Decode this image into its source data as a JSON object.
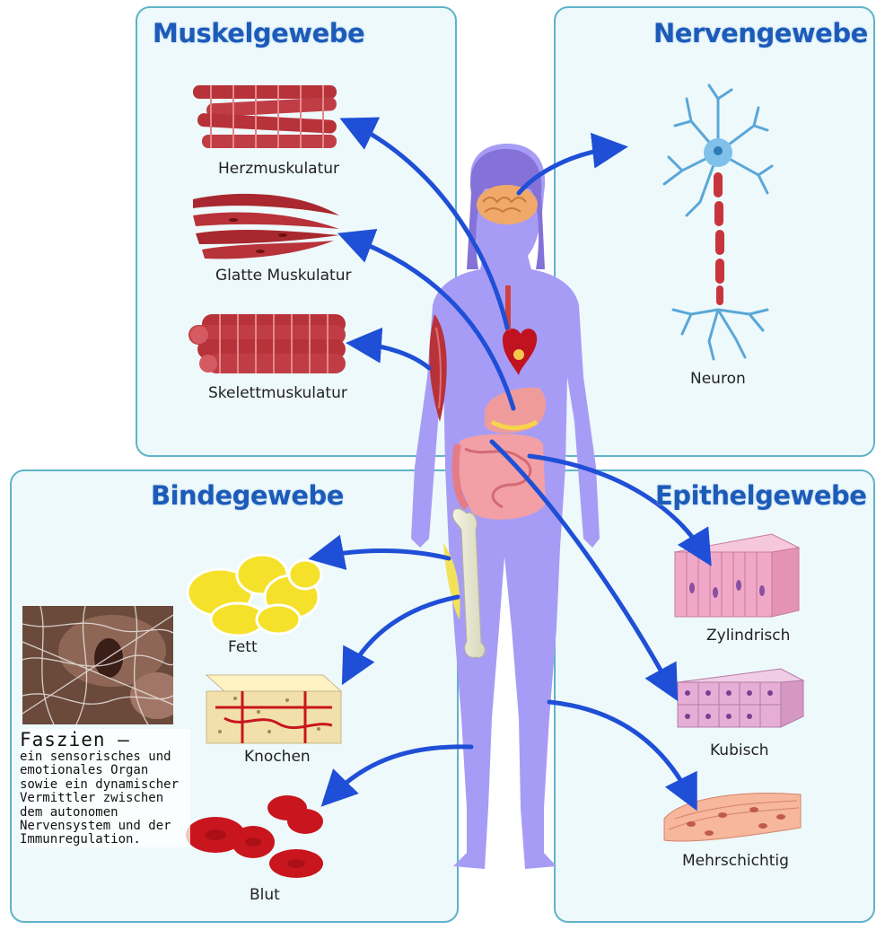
{
  "panels": {
    "muscle": {
      "title": "Muskelgewebe",
      "items": [
        "Herzmuskulatur",
        "Glatte Muskulatur",
        "Skelettmuskulatur"
      ]
    },
    "nerve": {
      "title": "Nervengewebe",
      "items": [
        "Neuron"
      ]
    },
    "connective": {
      "title": "Bindegewebe",
      "items": [
        "Fett",
        "Knochen",
        "Blut"
      ]
    },
    "epithelial": {
      "title": "Epithelgewebe",
      "items": [
        "Zylindrisch",
        "Kubisch",
        "Mehrschichtig"
      ]
    }
  },
  "caption": {
    "heading": "Faszien –",
    "body": "ein sensorisches und emotionales Organ sowie ein dynamischer Vermittler zwischen dem autonomen Nervensystem und der Immunregulation."
  },
  "colors": {
    "panel_border": "#5fb3c9",
    "panel_fill": "#eef9fb",
    "title": "#1d5bb8",
    "arrow": "#1f4fd6",
    "body": "#a79cf5",
    "muscle": "#b8323a",
    "neuron": "#5aa7d8",
    "fat": "#f5e12a",
    "blood": "#c9151e",
    "epithelium": "#f0a8c8"
  }
}
